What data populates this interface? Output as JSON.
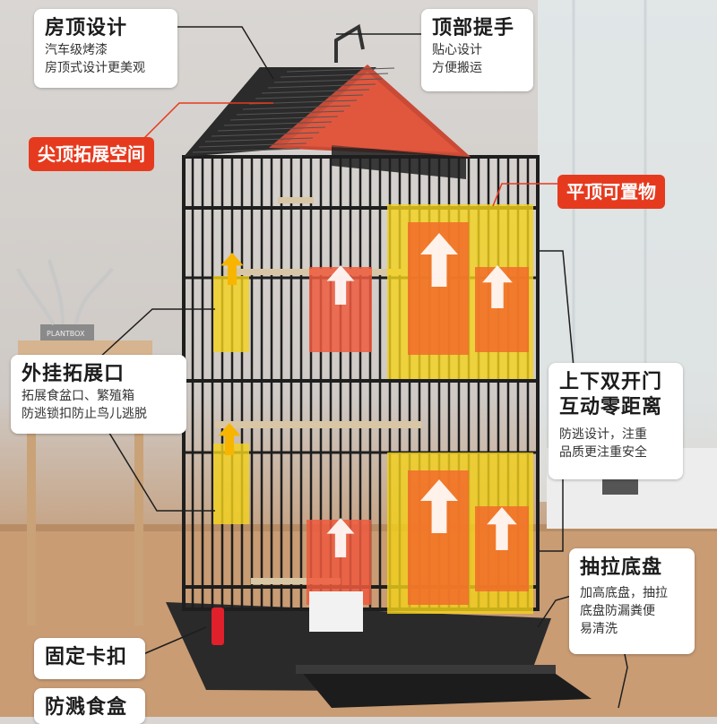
{
  "callouts": {
    "roof": {
      "title": "房顶设计",
      "line1": "汽车级烤漆",
      "line2": "房顶式设计更美观"
    },
    "handle": {
      "title": "顶部提手",
      "line1": "贴心设计",
      "line2": "方便搬运"
    },
    "spire": {
      "title": "尖顶拓展空间"
    },
    "flat_top": {
      "title": "平顶可置物"
    },
    "external_port": {
      "title": "外挂拓展口",
      "line1": "拓展食盆口、繁殖箱",
      "line2": "防逃锁扣防止鸟儿逃脱"
    },
    "double_door": {
      "title1": "上下双开门",
      "title2": "互动零距离",
      "line1": "防逃设计，注重",
      "line2": "品质更注重安全"
    },
    "tray": {
      "title": "抽拉底盘",
      "line1": "加高底盘，抽拉",
      "line2": "底盘防漏粪便",
      "line3": "易清洗"
    },
    "clip": {
      "title": "固定卡扣"
    },
    "food_box": {
      "title": "防溅食盒"
    }
  },
  "decor": {
    "book_text": "PLANTBOX"
  },
  "colors": {
    "accent_red": "#e63a1f",
    "highlight_yellow": "#f4d21a",
    "highlight_orange": "#f26b2a",
    "cage_black": "#1e1e1e",
    "roof_red": "#c94a36"
  }
}
